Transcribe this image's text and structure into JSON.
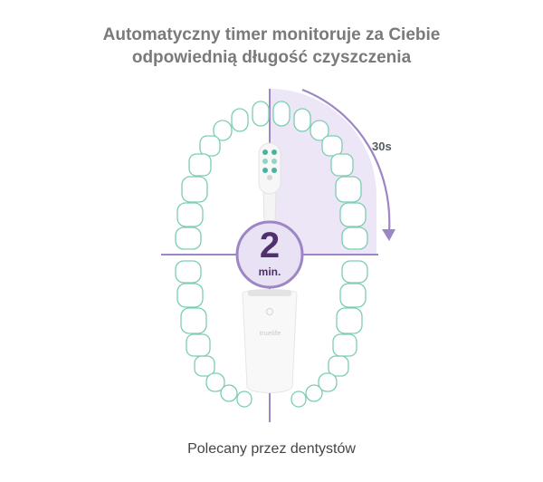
{
  "headline": {
    "line1": "Automatyczny timer monitoruje za Ciebie",
    "line2": "odpowiednią długość czyszczenia"
  },
  "timer": {
    "quadrant_label": "30s",
    "duration_value": "2",
    "duration_unit": "min."
  },
  "toothbrush": {
    "brand": "truelife"
  },
  "footer": {
    "caption": "Polecany przez dentystów"
  },
  "colors": {
    "accent_purple": "#9d86c6",
    "dial_fill": "#e9e1f4",
    "dial_text": "#4f2f6e",
    "quadrant_fill": "#ece6f6",
    "teeth_outline": "#7ccdb3",
    "headline_text": "#7a7a7a"
  },
  "icons": {
    "timer_arrow": "curved-arrow-icon",
    "tooth": "tooth-icon"
  }
}
